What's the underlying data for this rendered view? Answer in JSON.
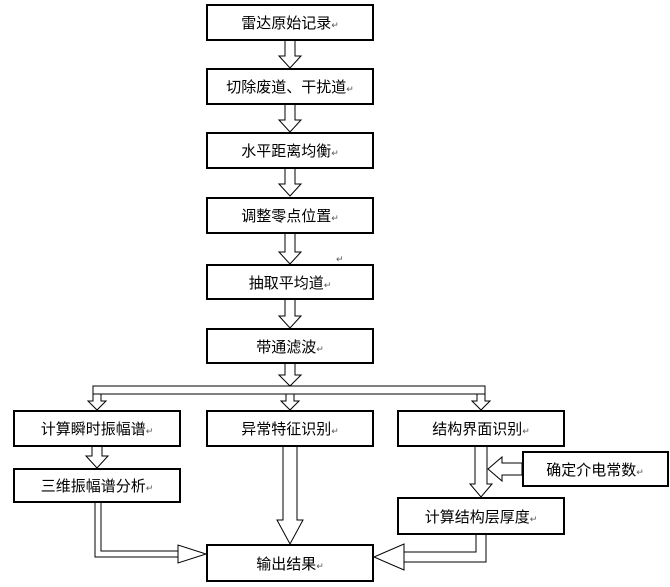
{
  "nodes": {
    "radar_raw": "雷达原始记录",
    "remove_bad": "切除废道、干扰道",
    "horiz_balance": "水平距离均衡",
    "adjust_zero": "调整零点位置",
    "extract_avg": "抽取平均道",
    "bandpass": "带通滤波",
    "spectrum": "计算瞬时振幅谱",
    "anomaly": "异常特征识别",
    "interface": "结构界面识别",
    "spectrum3d": "三维振幅谱分析",
    "dielectric": "确定介电常数",
    "thickness": "计算结构层厚度",
    "output": "输出结果"
  },
  "paragraph_mark": "↵"
}
